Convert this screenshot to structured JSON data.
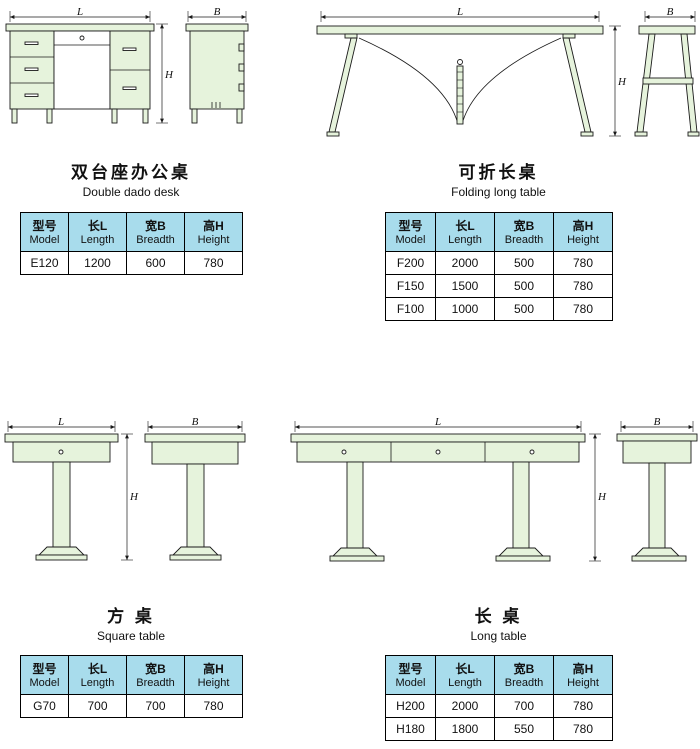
{
  "dim_labels": {
    "length": "L",
    "breadth": "B",
    "height": "H"
  },
  "table_headers": [
    {
      "zh": "型号",
      "en": "Model"
    },
    {
      "zh": "长L",
      "en": "Length"
    },
    {
      "zh": "宽B",
      "en": "Breadth"
    },
    {
      "zh": "高H",
      "en": "Height"
    }
  ],
  "sections": {
    "double_dado_desk": {
      "title_zh": "双台座办公桌",
      "title_en": "Double dado desk",
      "rows": [
        [
          "E120",
          "1200",
          "600",
          "780"
        ]
      ]
    },
    "folding_long_table": {
      "title_zh": "可折长桌",
      "title_en": "Folding long table",
      "rows": [
        [
          "F200",
          "2000",
          "500",
          "780"
        ],
        [
          "F150",
          "1500",
          "500",
          "780"
        ],
        [
          "F100",
          "1000",
          "500",
          "780"
        ]
      ]
    },
    "square_table": {
      "title_zh": "方 桌",
      "title_en": "Square table",
      "rows": [
        [
          "G70",
          "700",
          "700",
          "780"
        ]
      ]
    },
    "long_table": {
      "title_zh": "长 桌",
      "title_en": "Long table",
      "rows": [
        [
          "H200",
          "2000",
          "700",
          "780"
        ],
        [
          "H180",
          "1800",
          "550",
          "780"
        ]
      ]
    }
  },
  "colors": {
    "table_header_bg": "#a8dcec",
    "drawing_fill": "#e6f3dc",
    "line": "#1a1a1a"
  }
}
